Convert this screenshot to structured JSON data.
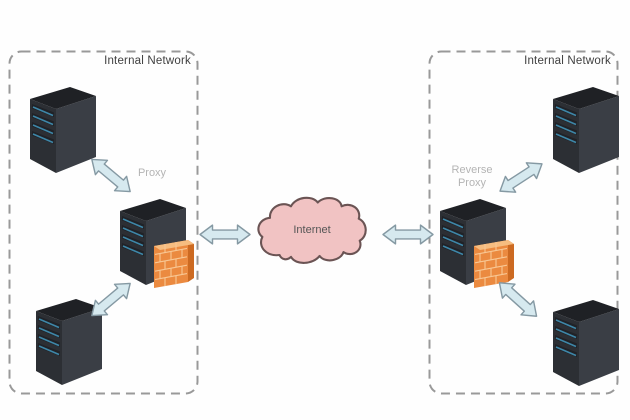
{
  "left_box": {
    "title": "Internal Network",
    "proxy_label": "Proxy"
  },
  "right_box": {
    "title": "Internal Network",
    "proxy_label": "Reverse Proxy"
  },
  "cloud": {
    "label": "Internet"
  },
  "icons": {
    "server": "server-tower-icon",
    "firewall": "firewall-brick-icon",
    "arrow": "double-headed-arrow-icon",
    "cloud": "internet-cloud-icon"
  },
  "colors": {
    "box_border": "#999999",
    "title_text": "#404040",
    "proxy_label": "#b4b4b4",
    "internet_text": "#555555",
    "cloud_fill": "#f1c3c3",
    "cloud_stroke": "#6b5454",
    "arrow_fill": "#d6e9ef",
    "arrow_stroke": "#8599a3",
    "server_front": "#2c2f34",
    "server_side": "#3a3e45",
    "server_top": "#1f2125",
    "server_bay": "#202227",
    "bay_line": "#3e87a8",
    "firewall_face": "#eb8a40",
    "firewall_side": "#cc6a22",
    "firewall_top": "#f6bd80",
    "firewall_mortar": "#f8c794"
  }
}
